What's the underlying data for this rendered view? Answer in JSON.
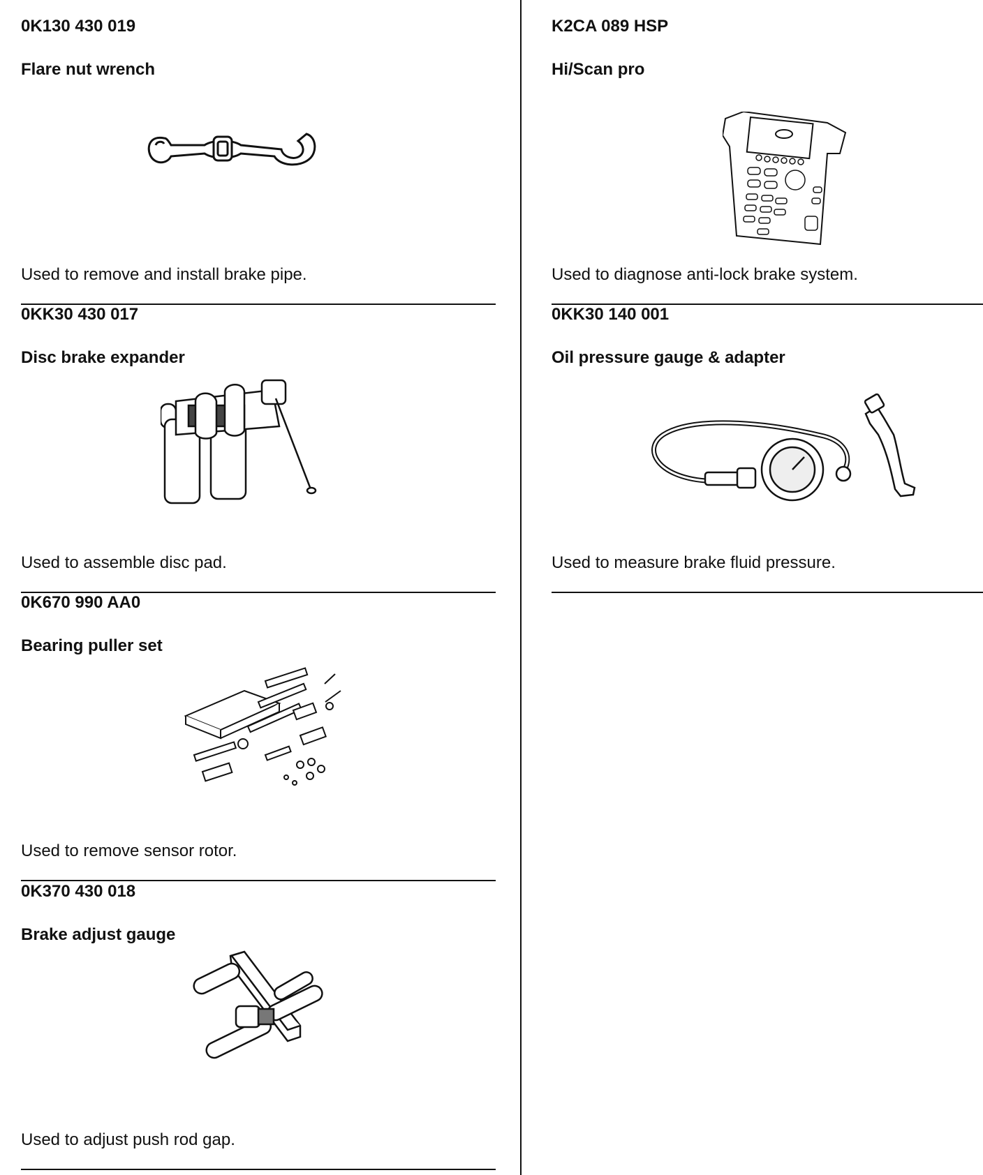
{
  "left_column": [
    {
      "part_number": "0K130 430 019",
      "name": "Flare nut wrench",
      "usage": "Used to remove and install brake pipe.",
      "icon": "flare-nut-wrench-icon"
    },
    {
      "part_number": "0KK30 430 017",
      "name": "Disc brake expander",
      "usage": "Used to assemble disc pad.",
      "icon": "disc-brake-expander-icon"
    },
    {
      "part_number": "0K670 990 AA0",
      "name": "Bearing puller set",
      "usage": "Used to remove sensor rotor.",
      "icon": "bearing-puller-set-icon"
    },
    {
      "part_number": "0K370 430 018",
      "name": "Brake adjust gauge",
      "usage": "Used to adjust push rod gap.",
      "icon": "brake-adjust-gauge-icon"
    }
  ],
  "right_column": [
    {
      "part_number": "K2CA 089 HSP",
      "name": "Hi/Scan pro",
      "usage": "Used to diagnose anti-lock brake system.",
      "icon": "hi-scan-pro-icon"
    },
    {
      "part_number": "0KK30 140 001",
      "name": "Oil pressure gauge & adapter",
      "usage": "Used to measure brake fluid pressure.",
      "icon": "oil-pressure-gauge-icon"
    }
  ]
}
